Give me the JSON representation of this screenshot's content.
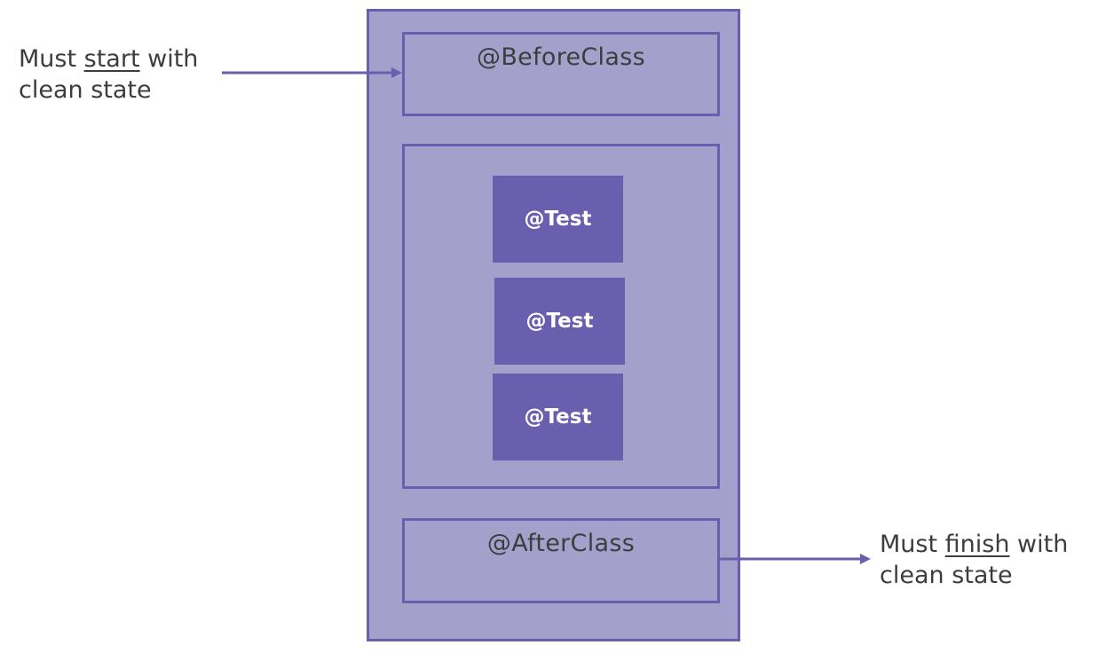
{
  "diagram": {
    "before_class": {
      "label": "@BeforeClass"
    },
    "tests": [
      {
        "label": "@Test"
      },
      {
        "label": "@Test"
      },
      {
        "label": "@Test"
      }
    ],
    "after_class": {
      "label": "@AfterClass"
    },
    "note_start": {
      "prefix": "Must ",
      "emphasis": "start",
      "suffix": " with",
      "line2": "clean state"
    },
    "note_finish": {
      "prefix": "Must ",
      "emphasis": "finish",
      "suffix": " with",
      "line2": "clean state"
    }
  },
  "colors": {
    "accent": "#6a5fae",
    "box_fill": "#a4a0cc",
    "text": "#3d3d3d"
  }
}
